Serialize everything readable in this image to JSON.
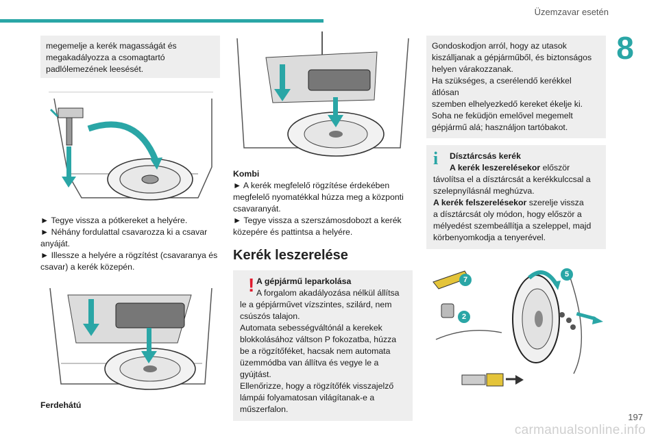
{
  "header": {
    "title": "Üzemzavar esetén",
    "chapter": "8"
  },
  "col1": {
    "box_lines": [
      "megemelje a kerék magasságát és",
      "megakadályozza a csomagtartó",
      "padlólemezének leesését."
    ],
    "steps": [
      "► Tegye vissza a pótkereket a helyére.",
      "► Néhány fordulattal csavarozza ki a csavar anyáját.",
      "► Illessze a helyére a rögzítést (csavaranya és csavar) a kerék közepén."
    ],
    "figure_caption": "Ferdehátú"
  },
  "col2": {
    "kombi_label": "Kombi",
    "kombi_steps": [
      "► A kerék megfelelő rögzítése érdekében megfelelő nyomatékkal húzza meg a központi csavaranyát.",
      "► Tegye vissza a szerszámosdobozt a kerék közepére és pattintsa a helyére."
    ],
    "section_title": "Kerék leszerelése",
    "warning": {
      "title_line1": "A gépjármű leparkolása",
      "title_line2": "A forgalom akadályozása nélkül állítsa",
      "body": [
        "le a gépjárművet vízszintes, szilárd, nem",
        "csúszós talajon.",
        "Automata sebességváltónál a kerekek",
        "blokkolásához váltson P fokozatba, húzza",
        "be a rögzítőféket, hacsak nem automata",
        "üzemmódba van állítva és vegye le a",
        "gyújtást.",
        "Ellenőrizze, hogy a rögzítőfék visszajelző",
        "lámpái folyamatosan világítanak-e a",
        "műszerfalon."
      ]
    }
  },
  "col3": {
    "box_lines": [
      "Gondoskodjon arról, hogy az utasok",
      "kiszálljanak a gépjárműből, és biztonságos",
      "helyen várakozzanak.",
      "Ha szükséges, a cserélendő kerékkel átlósan",
      "szemben elhelyezkedő kereket ékelje ki.",
      "Soha ne feküdjön emelővel megemelt",
      "gépjármű alá; használjon tartóbakot."
    ],
    "info": {
      "title": "Dísztárcsás kerék",
      "l1_bold": "A kerék leszerelésekor",
      "l1_rest": " először",
      "lines_a": [
        "távolítsa el a dísztárcsát a kerékkulccsal a",
        "szelepnyílásnál meghúzva."
      ],
      "l2_bold": "A kerék felszerelésekor",
      "l2_rest": " szerelje vissza",
      "lines_b": [
        "a dísztárcsát oly módon, hogy először a",
        "mélyedést szembeállítja a szeleppel, majd",
        "körbenyomkodja a tenyerével."
      ]
    },
    "badges": [
      "7",
      "5",
      "2"
    ]
  },
  "footer": {
    "page_number": "197",
    "watermark": "carmanualsonline.info"
  },
  "colors": {
    "accent": "#2aa6a6",
    "warning": "#e01b2e",
    "box_bg": "#eeeeee"
  }
}
